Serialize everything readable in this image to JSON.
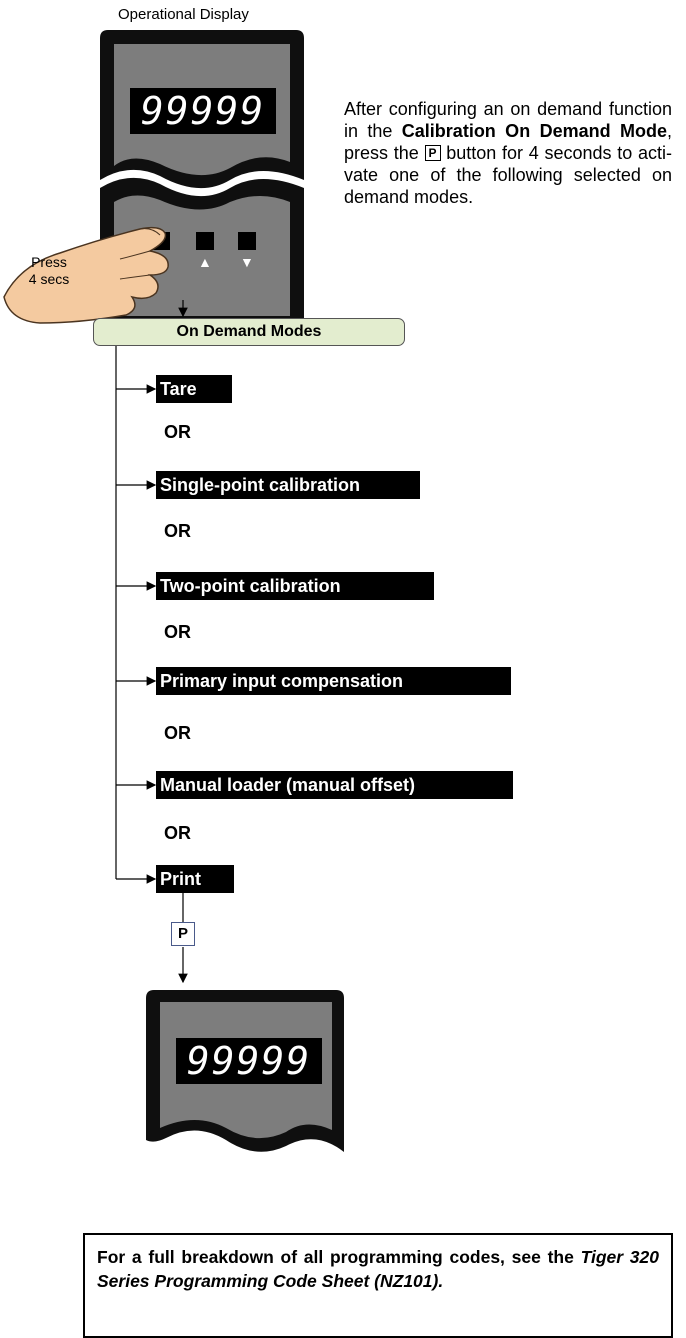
{
  "title": "Operational Display",
  "display_top": {
    "readout": "99999",
    "buttons": {
      "p": "P",
      "up": "▲",
      "down": "▼"
    }
  },
  "press_label": {
    "line1": "Press",
    "line2": "4 secs"
  },
  "intro": {
    "part1": "After configuring an on demand function in the ",
    "bold": "Calibration On Demand Mode",
    "part2": ", press the ",
    "key": "P",
    "part3": " button for 4 seconds to acti- vate one of the following selected on demand modes."
  },
  "modes_header": "On Demand Modes",
  "modes": [
    "Tare",
    "Single-point calibration",
    "Two-point calibration",
    "Primary input compensation",
    "Manual loader (manual offset)",
    "Print"
  ],
  "or_label": "OR",
  "p_key": "P",
  "display_bottom": {
    "readout": "99999"
  },
  "note": {
    "text": "For a full breakdown of all programming codes, see the ",
    "italic": "Tiger 320 Series Programming Code Sheet (NZ101)."
  }
}
